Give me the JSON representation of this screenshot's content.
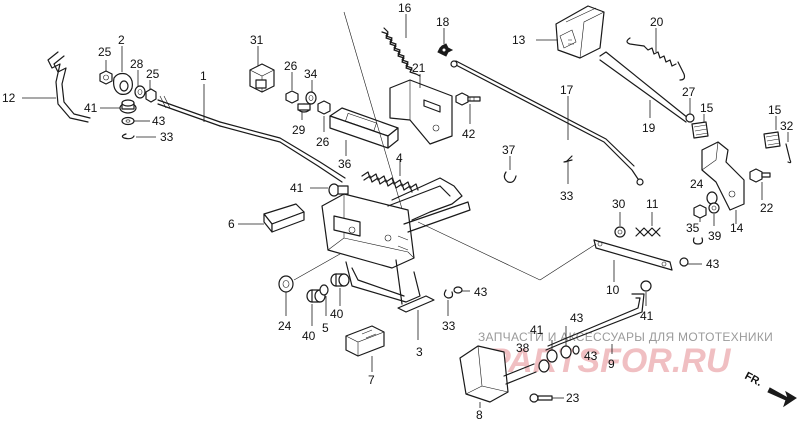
{
  "diagram": {
    "callouts": [
      "1",
      "2",
      "3",
      "4",
      "5",
      "6",
      "7",
      "8",
      "9",
      "10",
      "11",
      "12",
      "13",
      "14",
      "15",
      "15",
      "16",
      "17",
      "18",
      "19",
      "20",
      "21",
      "22",
      "23",
      "24",
      "24",
      "25",
      "25",
      "26",
      "26",
      "27",
      "28",
      "29",
      "30",
      "31",
      "32",
      "33",
      "33",
      "33",
      "34",
      "35",
      "36",
      "37",
      "38",
      "39",
      "40",
      "40",
      "41",
      "41",
      "41",
      "41",
      "42",
      "43",
      "43",
      "43",
      "43",
      "43"
    ],
    "direction_marker": "FR.",
    "watermark": {
      "tagline": "ЗАПЧАСТИ И АКСЕССУАРЫ ДЛЯ МОТОТЕХНИКИ",
      "logo": "PARTSFOR.RU"
    }
  }
}
